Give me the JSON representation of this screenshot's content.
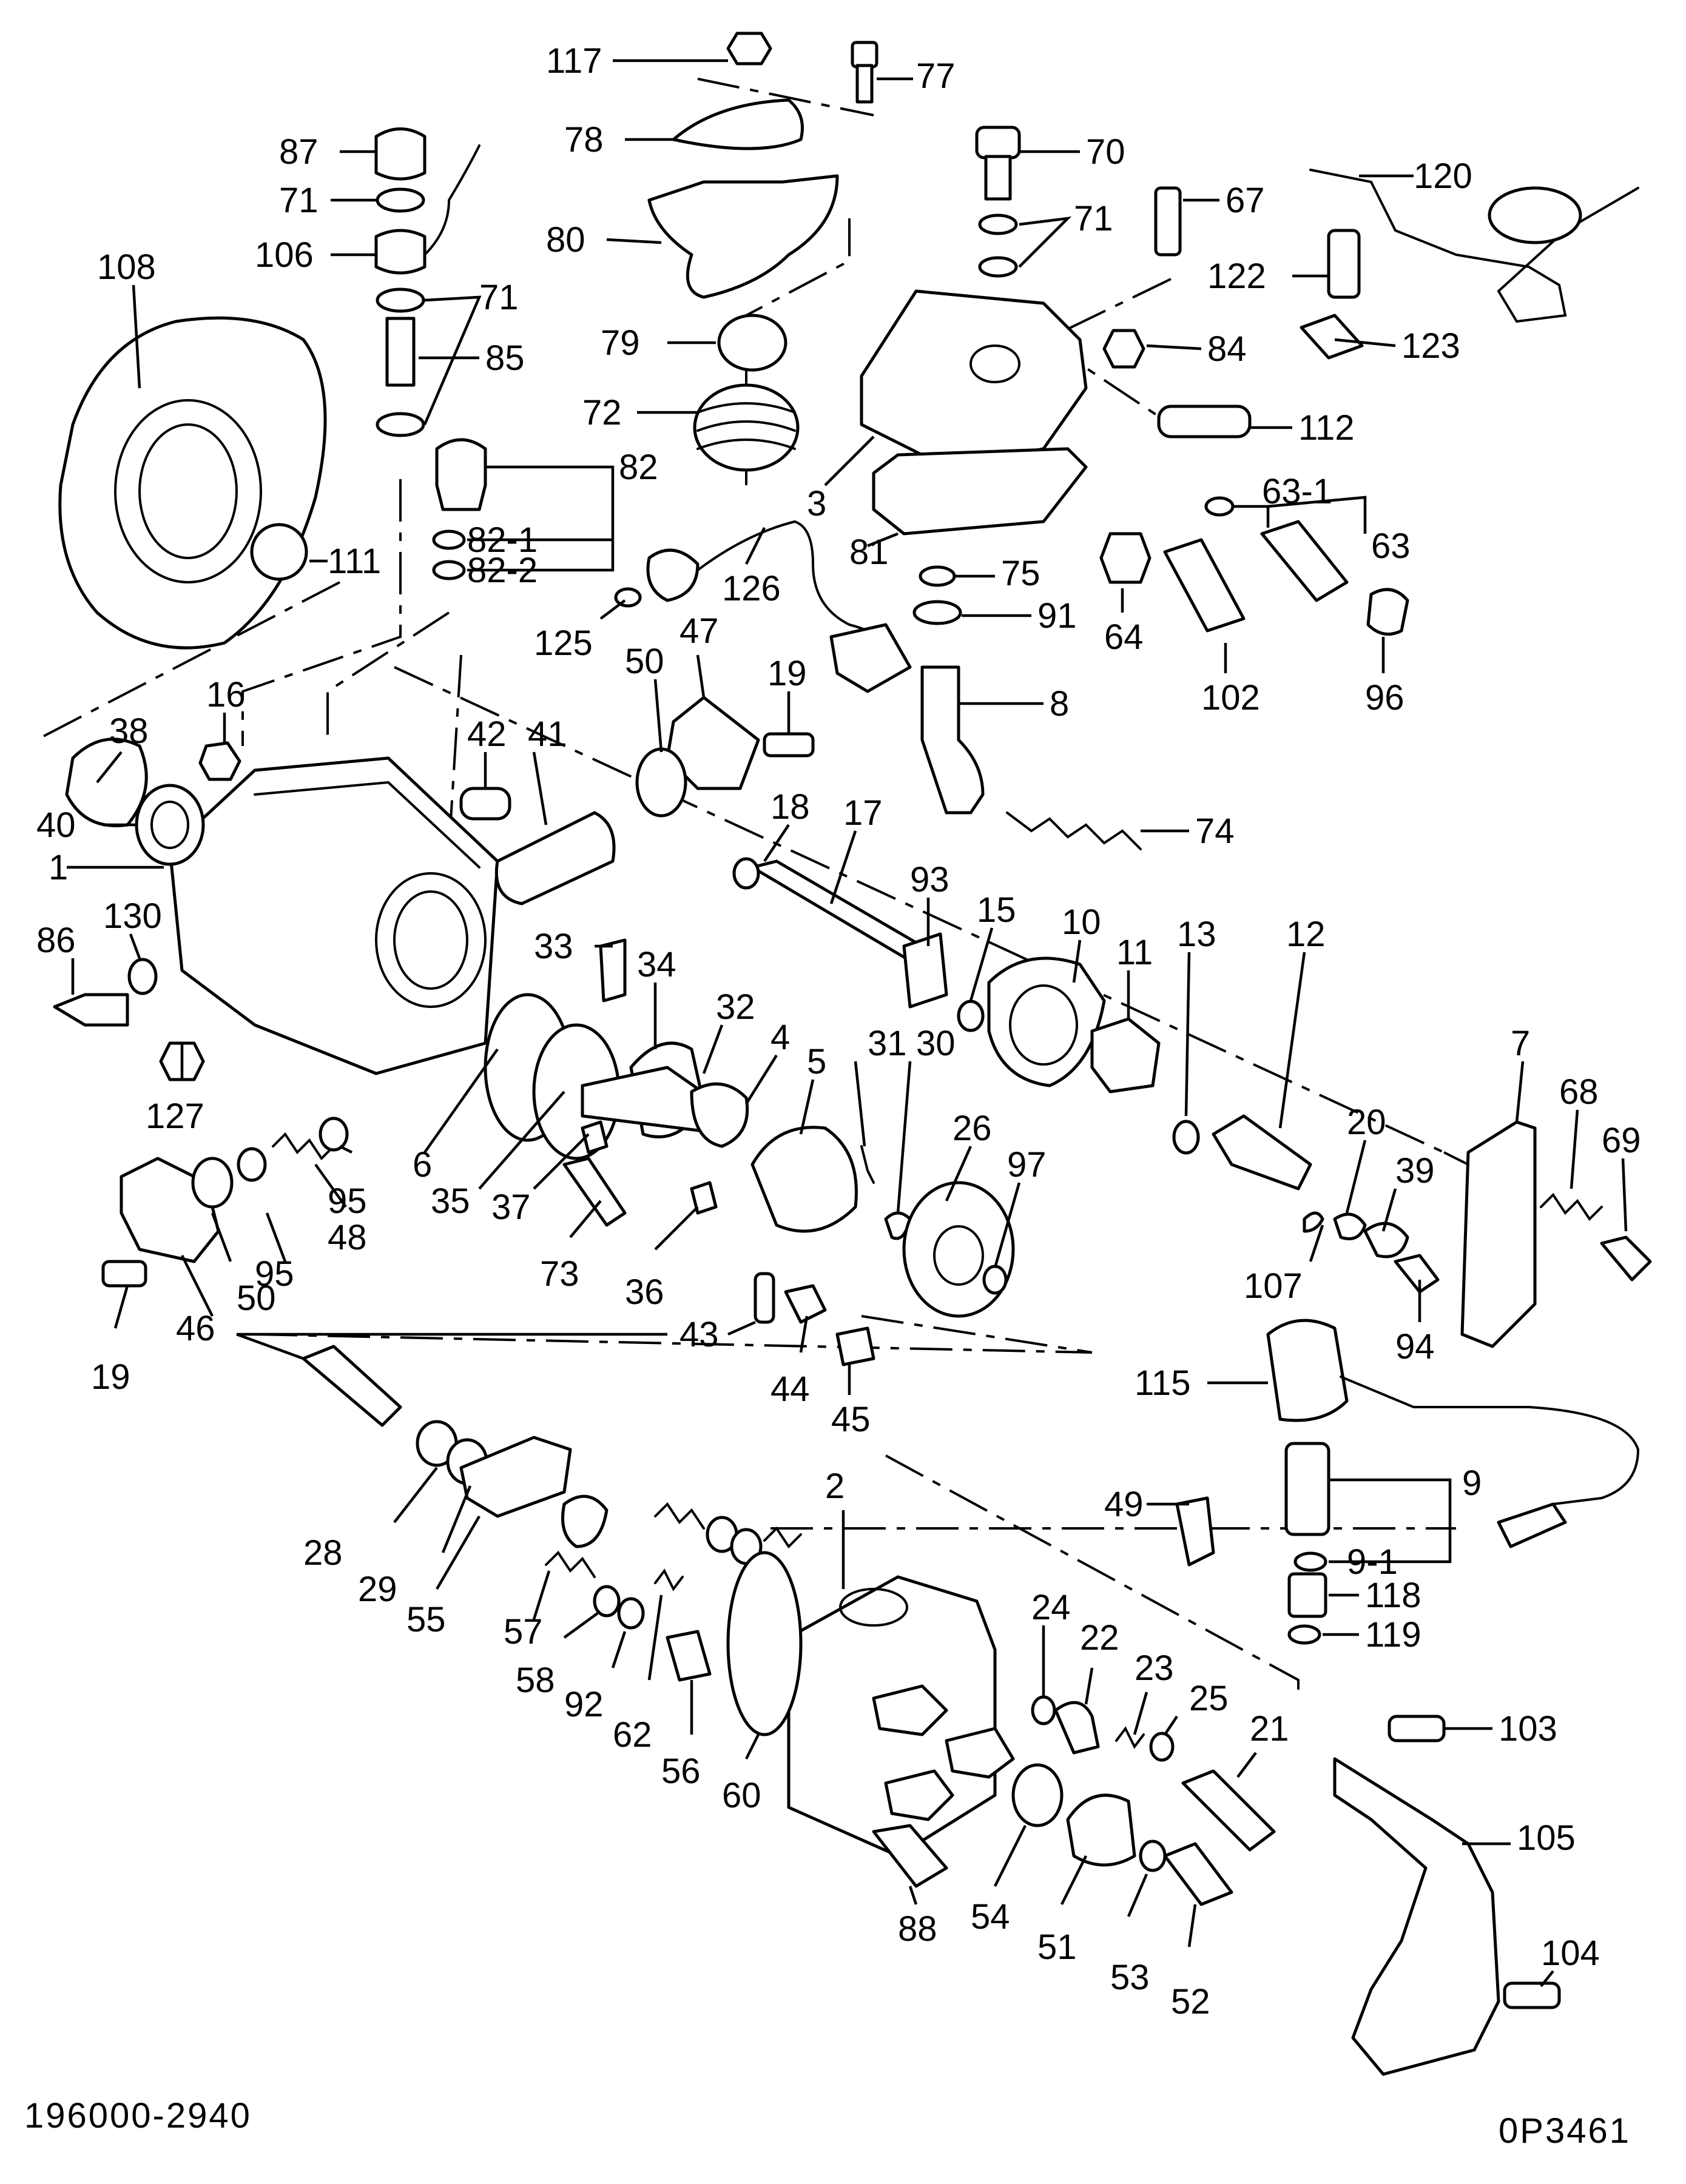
{
  "drawing": {
    "part_number": "196000-2940",
    "drawing_code": "0P3461"
  },
  "colors": {
    "line": "#000000",
    "background": "#ffffff"
  },
  "callouts": [
    "117",
    "77",
    "78",
    "80",
    "87",
    "71",
    "106",
    "70",
    "67",
    "120",
    "71",
    "122",
    "123",
    "108",
    "71",
    "85",
    "79",
    "72",
    "84",
    "112",
    "111",
    "82",
    "3",
    "63-1",
    "63",
    "82-1",
    "82-2",
    "81",
    "75",
    "126",
    "64",
    "91",
    "125",
    "50",
    "47",
    "19",
    "102",
    "96",
    "8",
    "38",
    "16",
    "42",
    "41",
    "40",
    "18",
    "17",
    "74",
    "1",
    "93",
    "15",
    "10",
    "11",
    "7",
    "130",
    "86",
    "33",
    "34",
    "32",
    "13",
    "12",
    "68",
    "69",
    "127",
    "4",
    "5",
    "31",
    "30",
    "26",
    "20",
    "39",
    "97",
    "6",
    "95",
    "35",
    "37",
    "48",
    "107",
    "73",
    "36",
    "94",
    "95",
    "50",
    "46",
    "19",
    "43",
    "44",
    "45",
    "115",
    "28",
    "29",
    "55",
    "2",
    "9",
    "49",
    "9-1",
    "118",
    "119",
    "57",
    "58",
    "92",
    "62",
    "56",
    "60",
    "24",
    "22",
    "23",
    "25",
    "21",
    "103",
    "105",
    "88",
    "54",
    "51",
    "53",
    "52",
    "104"
  ]
}
